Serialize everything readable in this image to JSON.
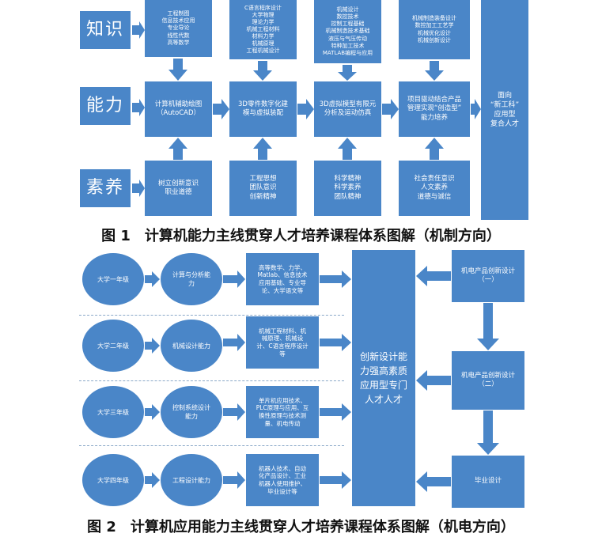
{
  "fig1": {
    "rows": [
      {
        "label": "知识",
        "boxes": [
          "工程制图\n信息技术应用\n专业导论\n线性代数\n高等数学",
          "C语言程序设计\n大学物理\n理论力学\n机械工程材料\n材料力学\n机械原理\n工程机械设计",
          "机械设计\n数控技术\n控制工程基础\n机械制造技术基础\n液压与气压传动\n特种加工技术\nMATLAB编程与应用",
          "机械制造装备设计\n数控加工工艺学\n机械优化设计\n机械创新设计"
        ]
      },
      {
        "label": "能力",
        "boxes": [
          "计算机辅助绘图\n（AutoCAD）",
          "3D零件数字化建\n模与虚拟装配",
          "3D虚拟模型有限元\n分析及运动仿真",
          "项目驱动结合产品\n管理实现“创造型”\n能力培养"
        ]
      },
      {
        "label": "素养",
        "boxes": [
          "树立创新意识\n职业道德",
          "工程思想\n团队意识\n创新精神",
          "科学精神\n科学素养\n团队精神",
          "社会责任意识\n人文素养\n道德与诚信"
        ]
      }
    ],
    "side": "面向\n“新工科”\n应用型\n复合人才",
    "caption": "图 1　计算机能力主线贯穿人才培养课程体系图解（机制方向）"
  },
  "fig2": {
    "years": [
      "大学一年级",
      "大学二年级",
      "大学三年级",
      "大学四年级"
    ],
    "abilities": [
      "计算与分析能\n力",
      "机械设计能力",
      "控制系统设计\n能力",
      "工程设计能力"
    ],
    "courses": [
      "高等数学、力学、\nMatlab、信息技术\n应用基础、专业导\n论、大学语文等",
      "机械工程材料、机\n械原理、机械设\n计、C语言程序设计\n等",
      "单片机应用技术、\nPLC原理与应用、互\n换性原理与技术测\n量、机电传动",
      "机器人技术、自动\n化产品设计、工业\n机器人使用维护、\n毕业设计等"
    ],
    "center": "创新设计能\n力强高素质\n应用型专门\n人才人才",
    "right": [
      "机电产品创新设计\n（一）",
      "机电产品创新设计\n（二）",
      "毕业设计"
    ],
    "caption": "图 2　计算机应用能力主线贯穿人才培养课程体系图解（机电方向）"
  }
}
